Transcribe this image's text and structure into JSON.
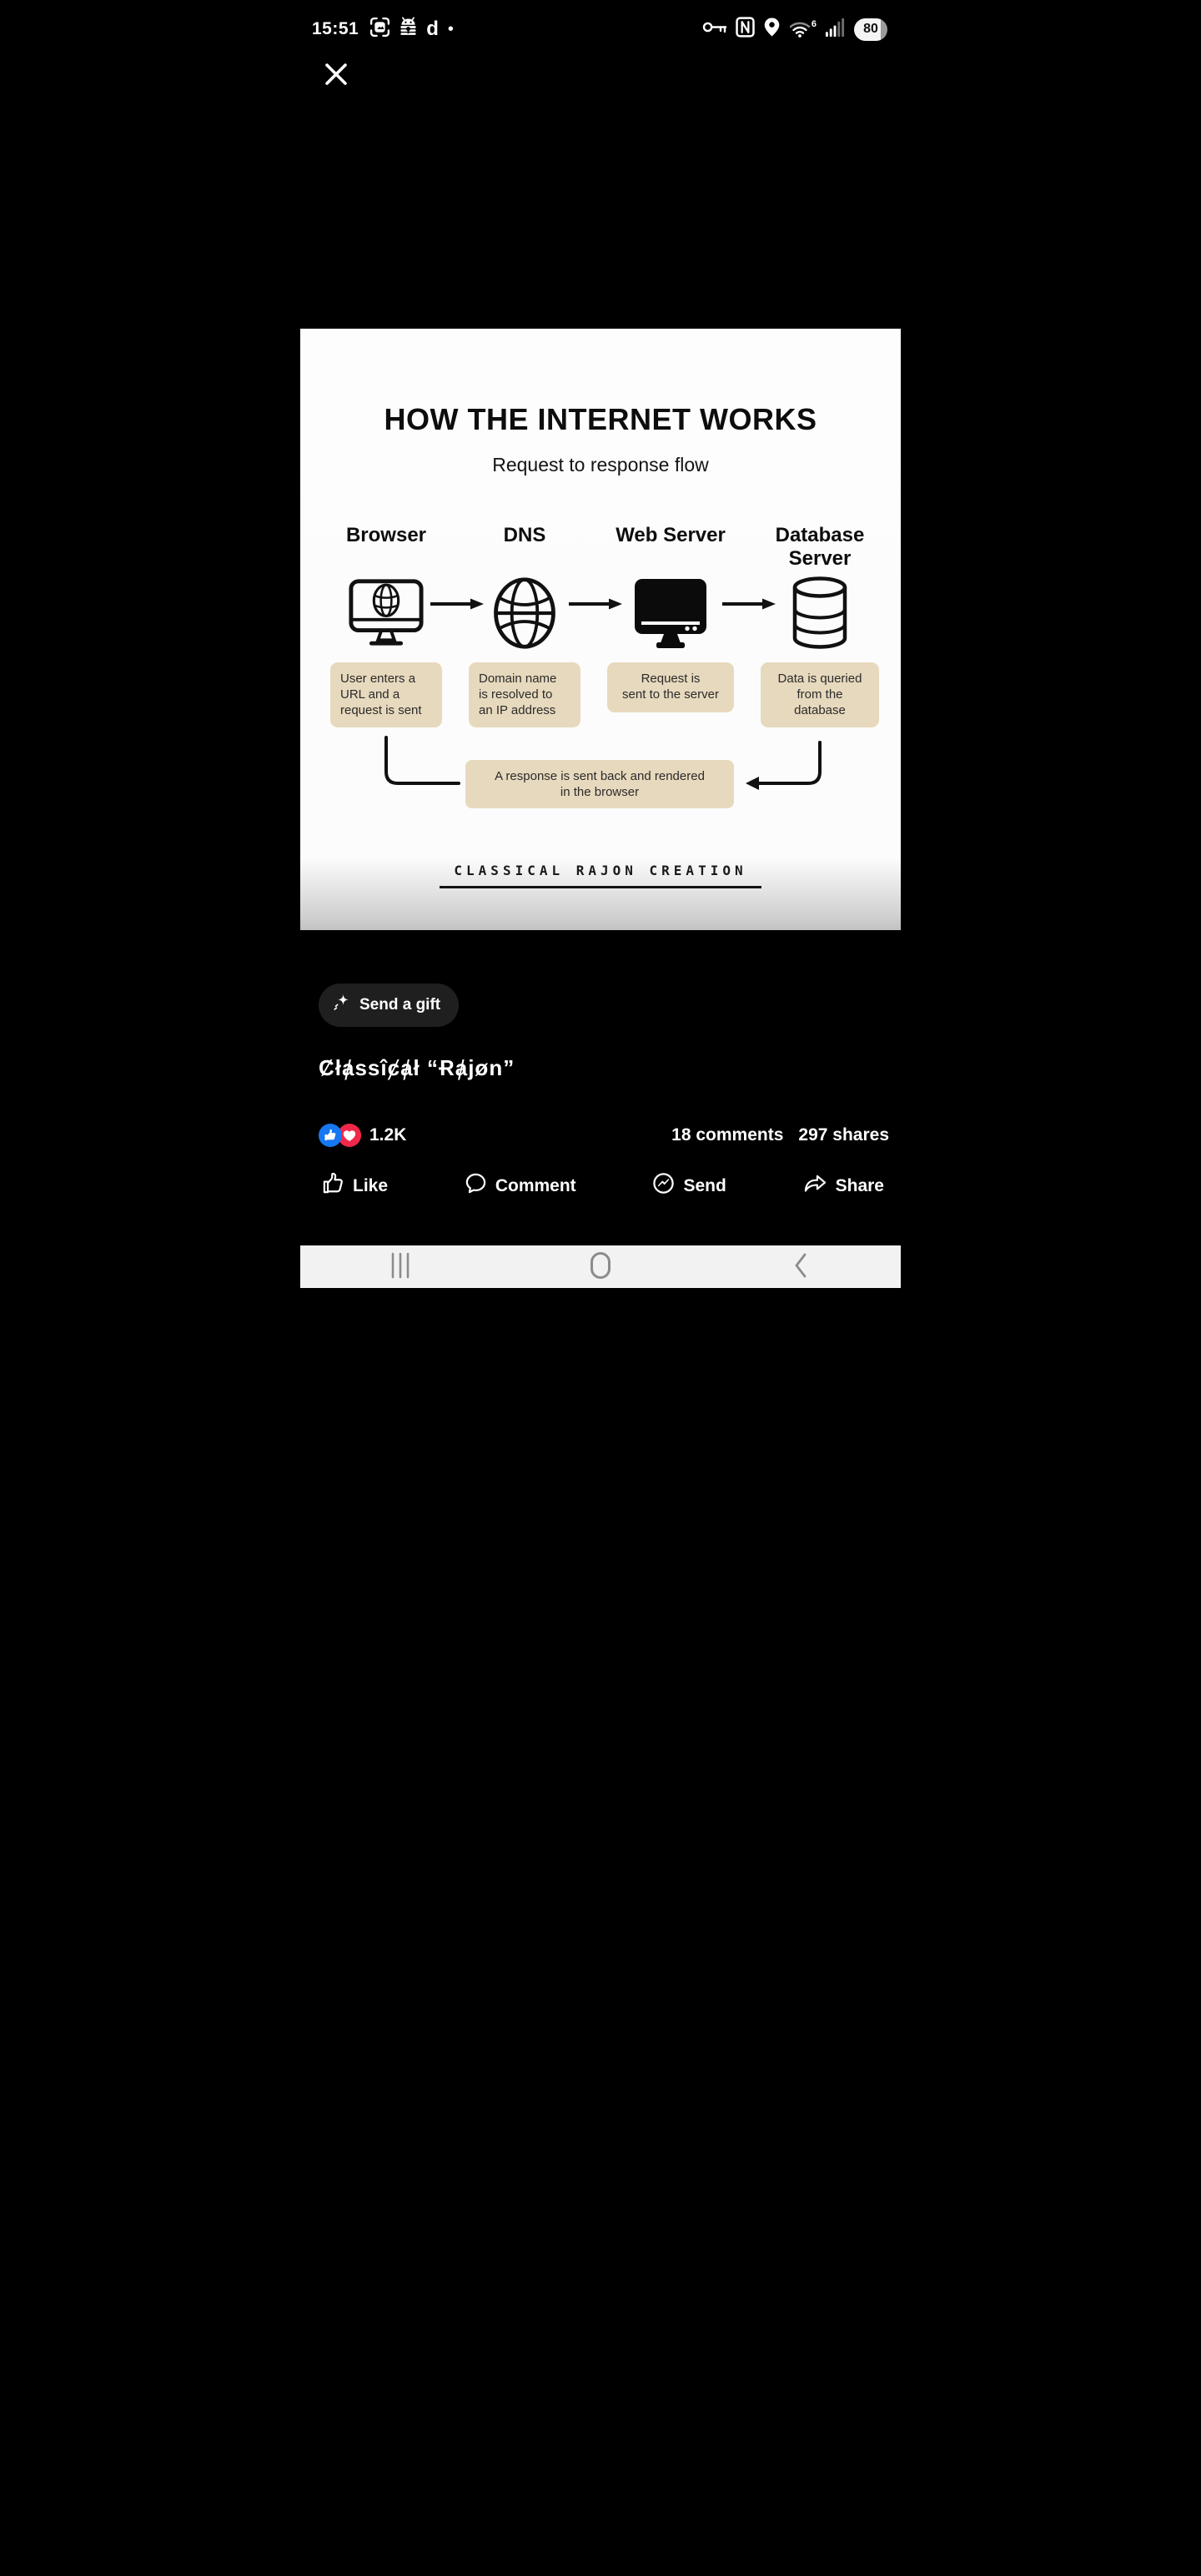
{
  "status_bar": {
    "time": "15:51",
    "app_letter": "d",
    "notification_dot": "•",
    "left_icons": [
      "screenshot-icon",
      "android-lock-icon",
      "d-app-icon",
      "notification-dot"
    ],
    "right_icons": [
      "key-icon",
      "nfc-icon",
      "location-icon",
      "wifi6-icon",
      "signal-icon",
      "battery-indicator"
    ],
    "wifi_badge": "6",
    "battery": "80"
  },
  "viewer": {
    "close": "close"
  },
  "infographic": {
    "title": "HOW THE INTERNET WORKS",
    "subtitle": "Request to response flow",
    "columns": [
      {
        "label": "Browser",
        "icon": "monitor-globe-icon",
        "description": "User enters a\nURL and a\nrequest is sent"
      },
      {
        "label": "DNS",
        "icon": "globe-icon",
        "description": "Domain name\nis resolved to\nan IP address"
      },
      {
        "label": "Web Server",
        "icon": "monitor-filled-icon",
        "description": "Request is\nsent to the server"
      },
      {
        "label": "Database Server",
        "icon": "database-icon",
        "description": "Data is queried\nfrom the\ndatabase"
      }
    ],
    "response_note": "A response is sent back and rendered\nin the browser",
    "credit": "CLASSICAL RAJON CREATION"
  },
  "post": {
    "send_gift_label": "Send a gift",
    "title": "Ȼłⱥssîȼⱥł “Ɍⱥjøn”",
    "reaction_count": "1.2K",
    "comments_label": "18 comments",
    "shares_label": "297 shares",
    "actions": [
      {
        "label": "Like"
      },
      {
        "label": "Comment"
      },
      {
        "label": "Send"
      },
      {
        "label": "Share"
      }
    ]
  },
  "colors": {
    "step_box": "#e7d9bd",
    "reaction_like": "#1877f2",
    "reaction_love": "#f0284a",
    "navbar_bg": "#f2f2f2",
    "gift_pill_bg": "#1f1f1f"
  }
}
